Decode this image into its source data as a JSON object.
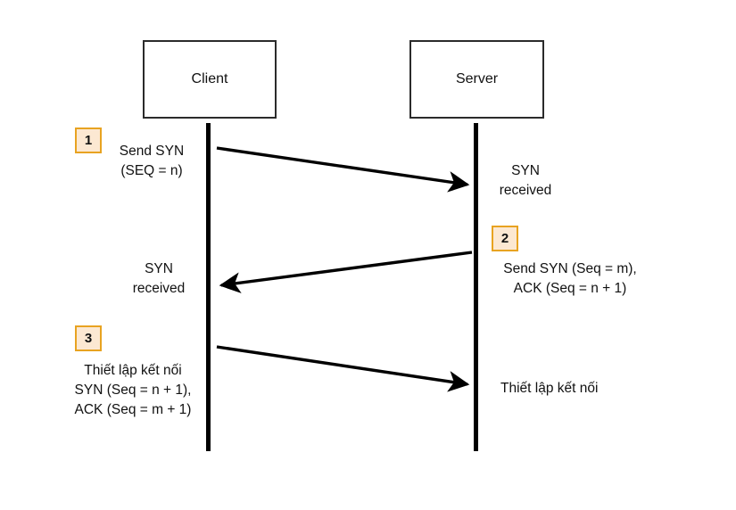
{
  "diagram": {
    "title_visible": false,
    "background_color": "#ffffff",
    "line_color": "#000000",
    "badge_fill": "#fce8d2",
    "badge_border": "#e8a321",
    "nodes": [
      {
        "id": "client",
        "label": "Client"
      },
      {
        "id": "server",
        "label": "Server"
      }
    ],
    "steps": [
      {
        "number": "1",
        "direction": "client-to-server",
        "source_note": "Send SYN\n(SEQ = n)",
        "target_note": "SYN\nreceived"
      },
      {
        "number": "2",
        "direction": "server-to-client",
        "source_note": "Send SYN (Seq = m),\nACK (Seq = n + 1)",
        "target_note": "SYN\nreceived"
      },
      {
        "number": "3",
        "direction": "client-to-server",
        "source_note": "Thiết lập kết nối\nSYN (Seq = n + 1),\nACK (Seq = m + 1)",
        "target_note": "Thiết lập kết nối"
      }
    ]
  }
}
